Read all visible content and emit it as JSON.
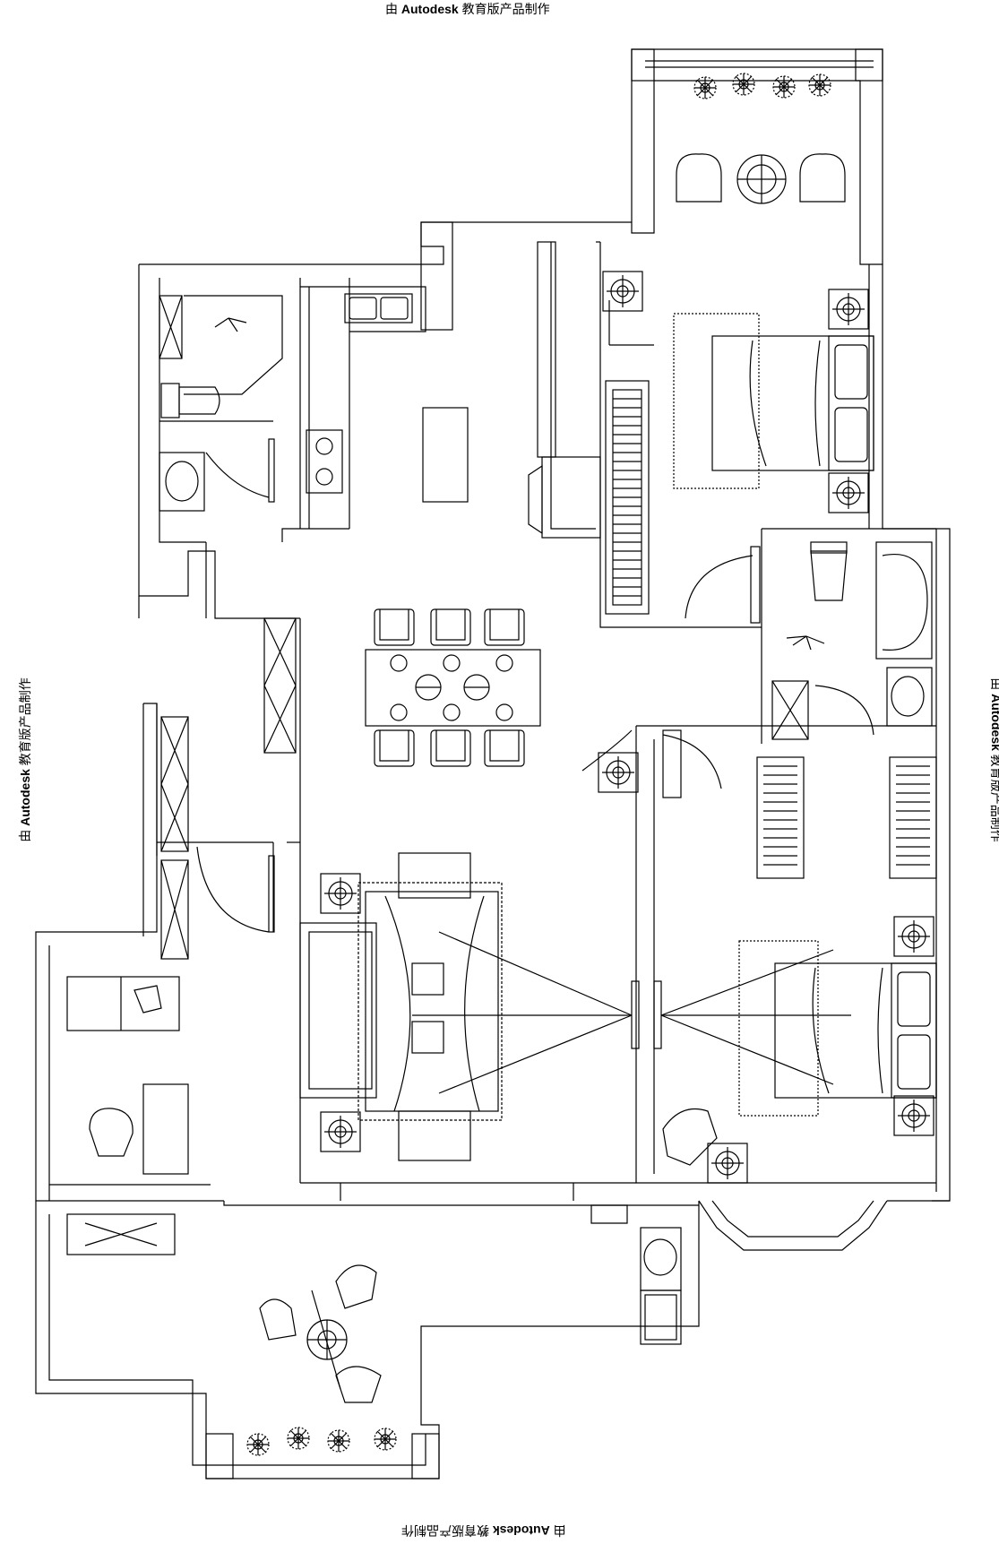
{
  "watermark": {
    "prefix": "由",
    "brand": "Autodesk",
    "suffix": " 教育版产品制作"
  },
  "colors": {
    "line": "#000000",
    "background": "#ffffff"
  },
  "icons": [
    "plant-icon",
    "chair-icon",
    "round-table-icon",
    "bed-icon",
    "pillow-icon",
    "nightstand-lamp-icon",
    "wardrobe-icon",
    "toilet-icon",
    "basin-icon",
    "bathtub-icon",
    "shower-icon",
    "kitchen-sink-icon",
    "stove-icon",
    "sofa-icon",
    "tv-icon",
    "door-swing-icon",
    "desk-icon",
    "bay-window-icon"
  ]
}
